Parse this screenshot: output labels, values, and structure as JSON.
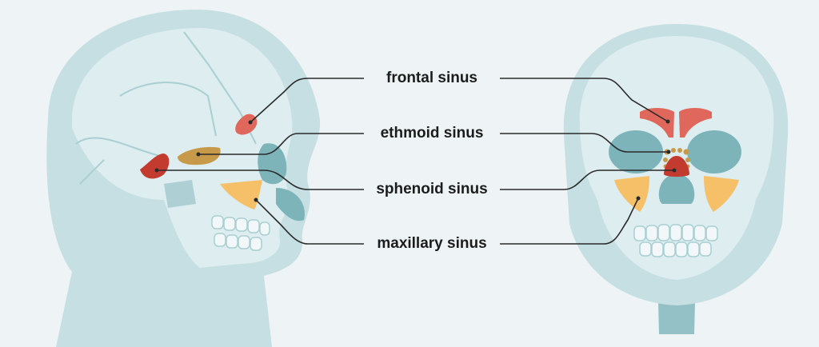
{
  "labels": {
    "frontal": "frontal sinus",
    "ethmoid": "ethmoid sinus",
    "sphenoid": "sphenoid sinus",
    "maxillary": "maxillary sinus"
  },
  "colors": {
    "background": "#eef4f6",
    "head": "#c6dfe2",
    "skull": "#deedef",
    "cavity": "#7db4b9",
    "frontal": "#e0675c",
    "sphenoid": "#c33a2e",
    "ethmoid": "#c79a4a",
    "maxillary": "#f6c068",
    "leader_line": "#2a2a2a"
  }
}
